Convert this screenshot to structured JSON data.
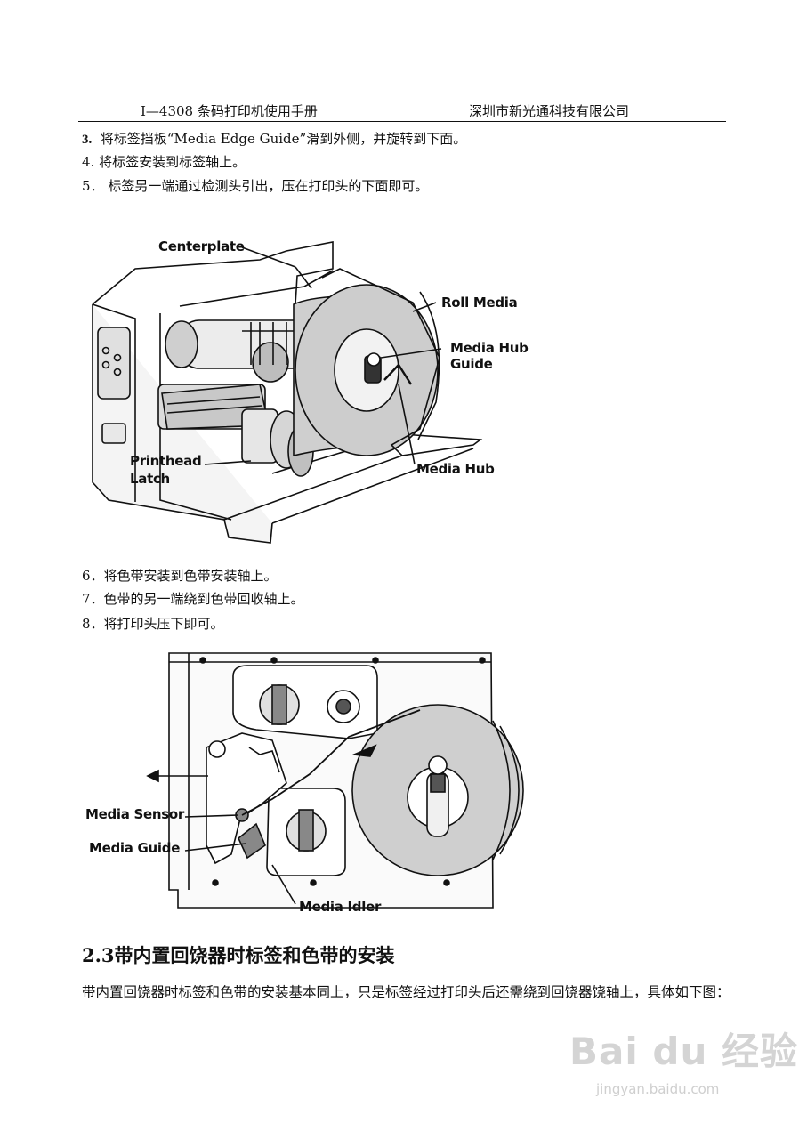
{
  "header": {
    "left": "I—4308  条码打印机使用手册",
    "right": "深圳市新光通科技有限公司"
  },
  "steps_top": [
    {
      "num": "3.",
      "text": "将标签挡板“Media Edge Guide”滑到外侧，并旋转到下面。"
    },
    {
      "num": "4.",
      "text": "将标签安装到标签轴上。"
    },
    {
      "num": "5．",
      "text": "标签另一端通过检测头引出，压在打印头的下面即可。"
    }
  ],
  "figure1": {
    "labels": {
      "centerplate": "Centerplate",
      "roll_media": "Roll Media",
      "hub_guide_1": "Media Hub",
      "hub_guide_2": "Guide",
      "printhead_1": "Printhead",
      "printhead_2": "Latch",
      "media_hub": "Media Hub"
    }
  },
  "steps_mid": [
    {
      "num": "6．",
      "text": "将色带安装到色带安装轴上。"
    },
    {
      "num": "7．",
      "text": "色带的另一端绕到色带回收轴上。"
    },
    {
      "num": "8．",
      "text": "将打印头压下即可。"
    }
  ],
  "figure2": {
    "labels": {
      "media_sensor": "Media Sensor",
      "media_guide": "Media Guide",
      "media_idler": "Media Idler"
    }
  },
  "section": {
    "heading": "2.3带内置回饶器时标签和色带的安装",
    "paragraph": "带内置回饶器时标签和色带的安装基本同上，只是标签经过打印头后还需绕到回饶器饶轴上，具体如下图："
  },
  "watermark": {
    "brand": "Bai du 经验",
    "url": "jingyan.baidu.com"
  }
}
